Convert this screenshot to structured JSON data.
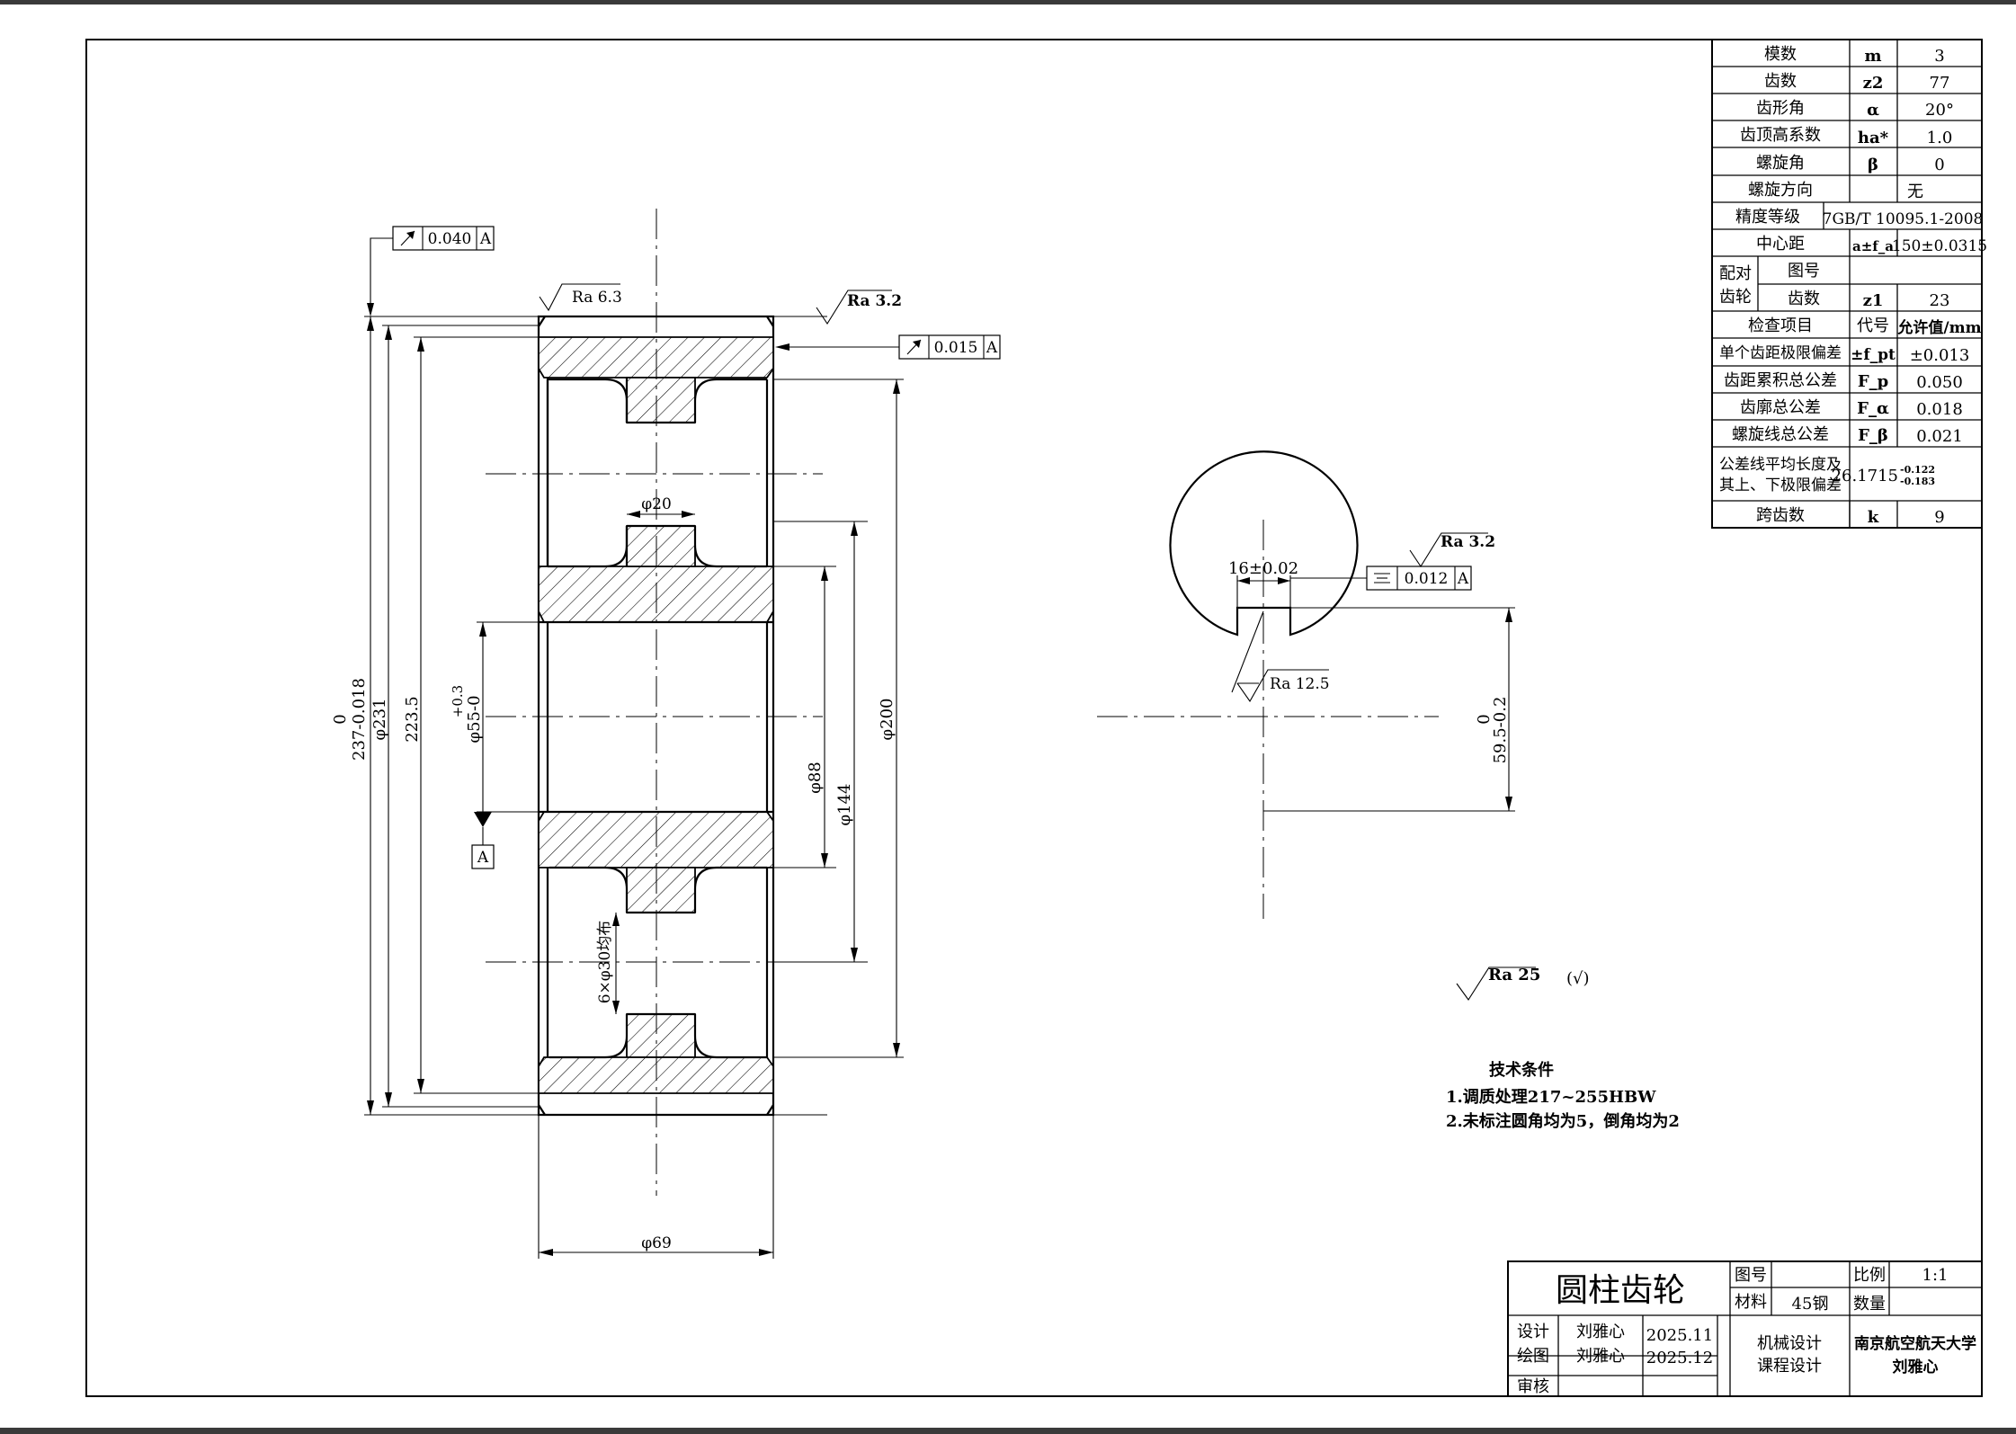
{
  "param_table": {
    "rows": [
      {
        "name": "模数",
        "symbol": "m",
        "value": "3"
      },
      {
        "name": "齿数",
        "symbol": "z2",
        "value": "77"
      },
      {
        "name": "齿形角",
        "symbol": "α",
        "value": "20°"
      },
      {
        "name": "齿顶高系数",
        "symbol": "ha*",
        "value": "1.0"
      },
      {
        "name": "螺旋角",
        "symbol": "β",
        "value": "0"
      },
      {
        "name": "螺旋方向",
        "value": "无"
      },
      {
        "name": "精度等级",
        "value": "7GB/T 10095.1-2008"
      },
      {
        "name": "中心距",
        "symbol": "a±f_a",
        "value": "150±0.0315"
      },
      {
        "group": "配对",
        "name": "图号",
        "value": ""
      },
      {
        "group": "齿轮",
        "name": "齿数",
        "symbol": "z1",
        "value": "23"
      },
      {
        "name": "检查项目",
        "symbol": "代号",
        "value": "允许值/mm"
      },
      {
        "name": "单个齿距极限偏差",
        "symbol": "±f_pt",
        "value": "±0.013"
      },
      {
        "name": "齿距累积总公差",
        "symbol": "F_p",
        "value": "0.050"
      },
      {
        "name": "齿廓总公差",
        "symbol": "F_α",
        "value": "0.018"
      },
      {
        "name": "螺旋线总公差",
        "symbol": "F_β",
        "value": "0.021"
      },
      {
        "name_line1": "公差线平均长度及",
        "name_line2": "其上、下极限偏差",
        "value": "26.1715",
        "upper_dev": "-0.122",
        "lower_dev": "-0.183"
      },
      {
        "name": "跨齿数",
        "symbol": "k",
        "value": "9"
      }
    ]
  },
  "gear_view": {
    "runout_top": {
      "value": "0.040",
      "datum": "A"
    },
    "runout_face": {
      "value": "0.015",
      "datum": "A"
    },
    "rough_top_left": "Ra 6.3",
    "rough_top_right": "Ra 3.2",
    "hole_dia": "φ20",
    "holes_note": "6×φ30均布",
    "bottom_dia": "φ69",
    "dim_outer": "237-0.018",
    "dim_outer_upper": "0",
    "dim_231": "φ231",
    "dim_223": "223.5",
    "dim_bore": "φ55-0",
    "dim_bore_upper": "+0.3",
    "datum_label": "A",
    "dim_88": "φ88",
    "dim_144": "φ144",
    "dim_200": "φ200"
  },
  "keyway_view": {
    "rough": "Ra 3.2",
    "width": "16±0.02",
    "sym_tol": {
      "value": "0.012",
      "datum": "A"
    },
    "rough_inner": "Ra 12.5",
    "depth": "59.5-0.2",
    "depth_upper": "0"
  },
  "general_rough": {
    "label": "Ra 25",
    "suffix": "(√)"
  },
  "tech_req": {
    "title": "技术条件",
    "items": [
      "1.调质处理217~255HBW",
      "2.未标注圆角均为5，倒角均为2"
    ]
  },
  "title_block": {
    "part_name": "圆柱齿轮",
    "drawing_no_label": "图号",
    "drawing_no": "",
    "scale_label": "比例",
    "scale": "1:1",
    "material_label": "材料",
    "material": "45钢",
    "qty_label": "数量",
    "qty": "",
    "design_label": "设计",
    "designer": "刘雅心",
    "design_date": "2025.11",
    "draw_label": "绘图",
    "drawer": "刘雅心",
    "draw_date": "2025.12",
    "review_label": "审核",
    "course_line1": "机械设计",
    "course_line2": "课程设计",
    "school": "南京航空航天大学",
    "student": "刘雅心"
  }
}
